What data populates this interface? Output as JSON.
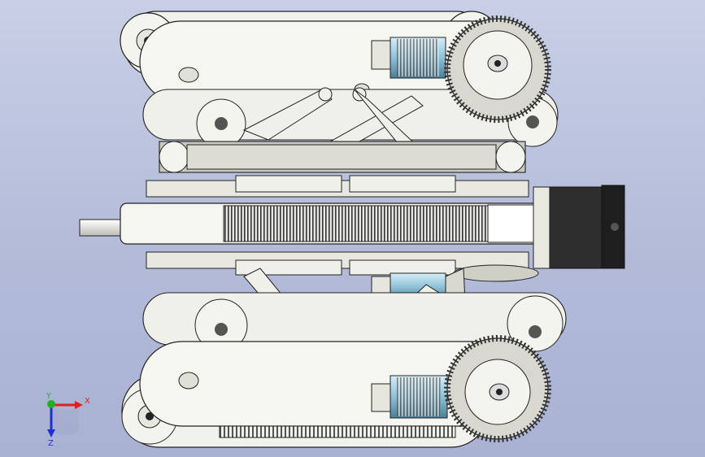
{
  "viewport": {
    "background_top": "#c8cfe6",
    "background_bottom": "#a9b2d3"
  },
  "model": {
    "part_color": "#f4f4ee",
    "frame_color": "#ecece4",
    "motor_color": "#3a3a3a",
    "motor_accent": "#9ec7dc",
    "gear_color": "#d8d8d0",
    "stepper_color": "#2e2e2e",
    "outline_color": "#222222"
  },
  "triad": {
    "x_label": "X",
    "y_label": "Y",
    "z_label": "Z",
    "x_color": "#e0201e",
    "y_color": "#20b020",
    "z_color": "#2030d0"
  }
}
